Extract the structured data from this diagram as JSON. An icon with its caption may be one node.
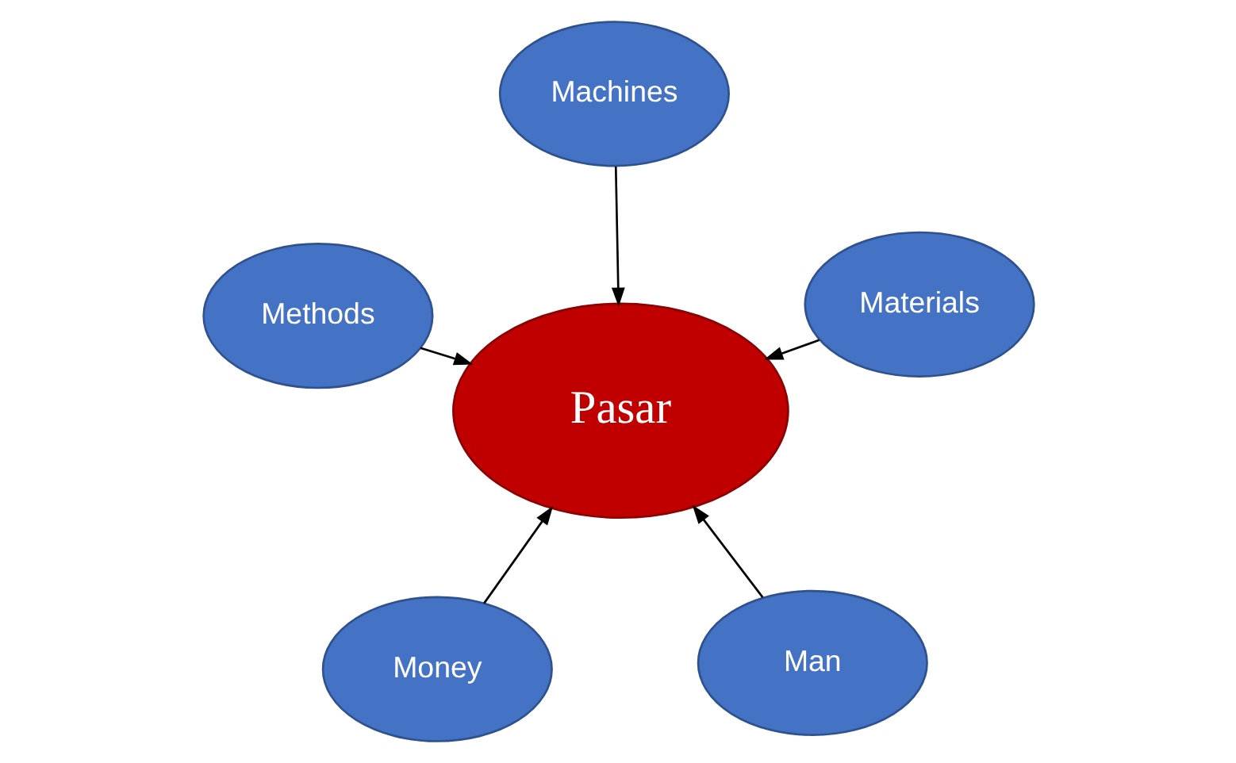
{
  "diagram": {
    "nodes": [
      {
        "text": [
          "Money"
        ]
      },
      {
        "text": [
          "Man"
        ]
      },
      {
        "text": [
          "Pasar"
        ]
      },
      {
        "text": [
          "Machines"
        ]
      },
      {
        "text": [
          "Materials"
        ]
      },
      {
        "text": [
          "Methods"
        ]
      }
    ],
    "edges": [
      {
        "from": 0,
        "to": 2,
        "arrow": "to"
      },
      {
        "from": 1,
        "to": 2,
        "arrow": "to"
      },
      {
        "from": 3,
        "to": 2,
        "arrow": "to"
      },
      {
        "from": 4,
        "to": 2,
        "arrow": "to"
      },
      {
        "from": 5,
        "to": 2,
        "arrow": "to"
      }
    ]
  }
}
